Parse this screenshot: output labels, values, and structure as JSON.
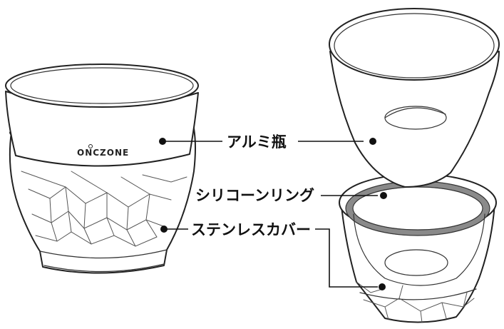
{
  "labels": {
    "aluminum_bottle": "アルミ瓶",
    "silicone_ring": "シリコーンリング",
    "stainless_cover": "ステンレスカバー"
  },
  "brand": {
    "logo_text": "ONCZONE"
  },
  "colors": {
    "line": "#222222",
    "background": "#ffffff"
  }
}
